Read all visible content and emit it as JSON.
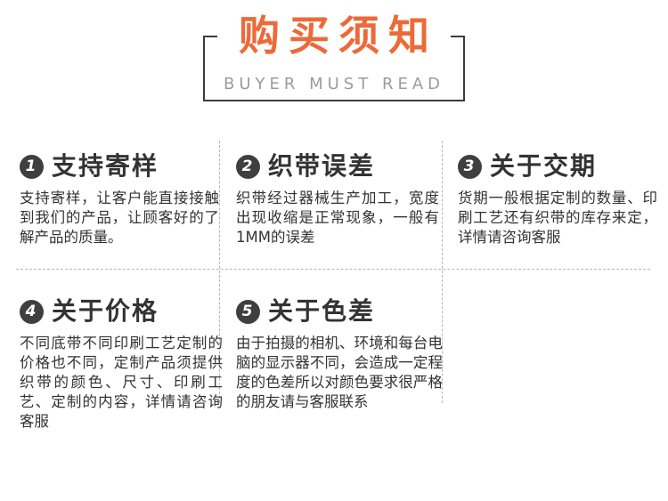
{
  "header": {
    "title": "购买须知",
    "subtitle": "BUYER MUST READ"
  },
  "notices": [
    {
      "number": "1",
      "title": "支持寄样",
      "body": "支持寄样，让客户能直接接触到我们的产品，让顾客好的了解产品的质量。"
    },
    {
      "number": "2",
      "title": "织带误差",
      "body": "织带经过器械生产加工，宽度出现收缩是正常现象，一般有1MM的误差"
    },
    {
      "number": "3",
      "title": "关于交期",
      "body": "货期一般根据定制的数量、印刷工艺还有织带的库存来定，详情请咨询客服"
    },
    {
      "number": "4",
      "title": "关于价格",
      "body": "不同底带不同印刷工艺定制的价格也不同，定制产品须提供织带的颜色、尺寸、印刷工艺、定制的内容，详情请咨询客服"
    },
    {
      "number": "5",
      "title": "关于色差",
      "body": "由于拍摄的相机、环境和每台电脑的显示器不同，会造成一定程度的色差所以对颜色要求很严格的朋友请与客服联系"
    }
  ],
  "colors": {
    "accent_orange": "#ec6a38",
    "subtitle_gray": "#9b9b9b",
    "box_border": "#3c3c3c",
    "icon_circle": "#3f3f3f",
    "body_text": "#333333",
    "divider": "#b5b5b5"
  }
}
